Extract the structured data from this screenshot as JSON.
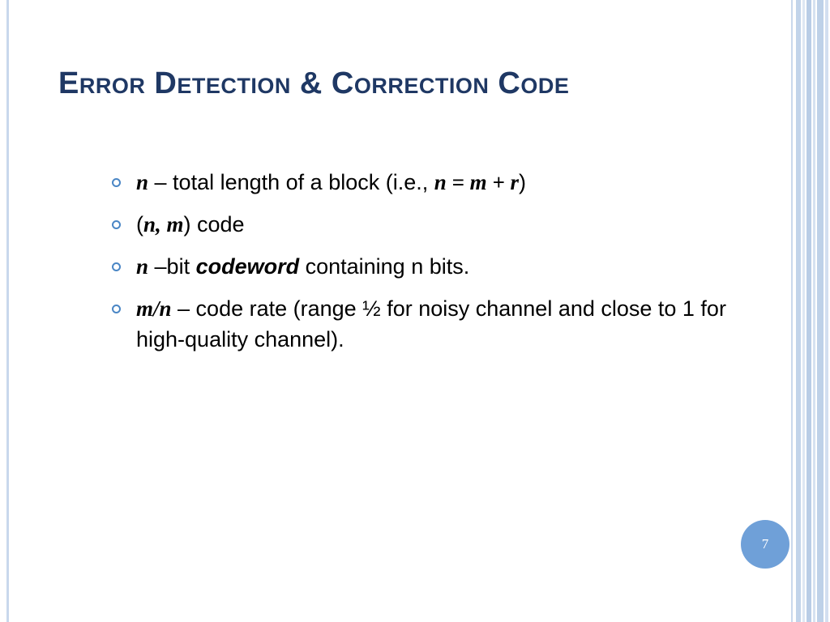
{
  "slide": {
    "title": "Error Detection & Correction Code",
    "page_number": "7",
    "bullets": [
      {
        "segments": [
          {
            "text": "n",
            "style": "math"
          },
          {
            "text": " – total length of a block (i.e., ",
            "style": "normal"
          },
          {
            "text": "n = m + r",
            "style": "math"
          },
          {
            "text": ")",
            "style": "normal"
          }
        ]
      },
      {
        "segments": [
          {
            "text": "(",
            "style": "normal"
          },
          {
            "text": "n, m",
            "style": "math"
          },
          {
            "text": ") code",
            "style": "normal"
          }
        ]
      },
      {
        "segments": [
          {
            "text": "n",
            "style": "math"
          },
          {
            "text": " –bit ",
            "style": "normal"
          },
          {
            "text": "codeword",
            "style": "strong-em"
          },
          {
            "text": " containing n bits.",
            "style": "normal"
          }
        ]
      },
      {
        "segments": [
          {
            "text": "m/n",
            "style": "math"
          },
          {
            "text": " – code rate (range ½ for noisy channel and close to 1 for high-quality channel).",
            "style": "normal"
          }
        ]
      }
    ]
  },
  "colors": {
    "title": "#1f3864",
    "bullet": "#4a86c5",
    "page_badge": "#6fa0d8",
    "stripes": "#c2d4ea"
  }
}
